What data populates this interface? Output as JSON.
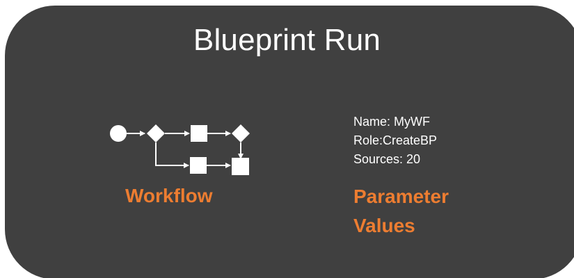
{
  "title": "Blueprint Run",
  "workflow": {
    "label": "Workflow",
    "icon": "workflow-diagram-icon"
  },
  "parameters": {
    "lines": [
      "Name: MyWF",
      "Role:CreateBP",
      "Sources: 20"
    ],
    "heading_line1": "Parameter",
    "heading_line2": "Values"
  },
  "colors": {
    "card_background": "#404040",
    "accent": "#ed7d31",
    "text": "#ffffff"
  }
}
